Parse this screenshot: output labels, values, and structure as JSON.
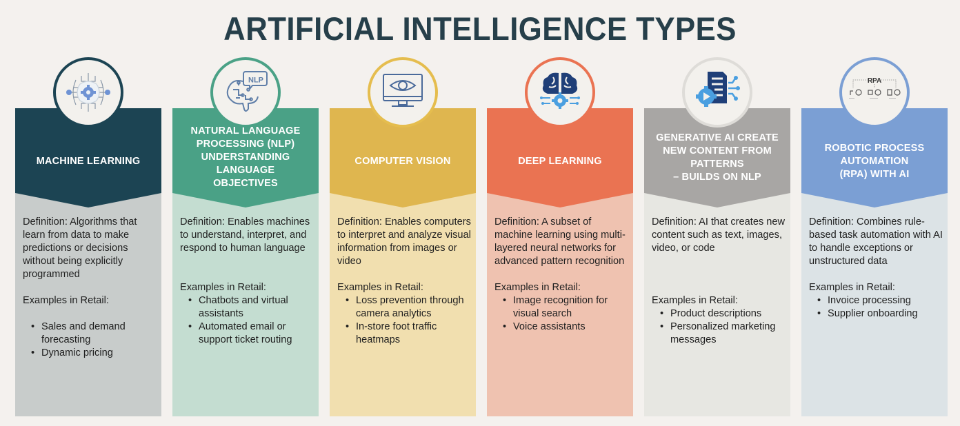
{
  "title": "ARTIFICIAL INTELLIGENCE TYPES",
  "columns": [
    {
      "id": "machine-learning",
      "heading": "MACHINE LEARNING",
      "icon": "ml-brain-gear-circuit-icon",
      "colors": {
        "header": "#1c4453",
        "body": "#c8cccb",
        "ring": "#1c4453"
      },
      "definition": "Definition: Algorithms that learn from data to make predictions or decisions without being explicitly programmed",
      "examples_label": "Examples in Retail:",
      "examples_gap": true,
      "examples": [
        "Sales and demand forecasting",
        "Dynamic pricing"
      ]
    },
    {
      "id": "nlp",
      "heading": "NATURAL LANGUAGE\nPROCESSING (NLP)\nUNDERSTANDING\nLANGUAGE\nOBJECTIVES",
      "icon": "nlp-brain-speech-bubble-icon",
      "icon_text": "NLP",
      "colors": {
        "header": "#4aa186",
        "body": "#c4ddd1",
        "ring": "#4aa186"
      },
      "definition": "Definition: Enables machines to understand, interpret, and respond to human language",
      "examples_label": "Examples in Retail:",
      "examples_gap": false,
      "examples": [
        "Chatbots and virtual assistants",
        "Automated email or support ticket routing"
      ]
    },
    {
      "id": "computer-vision",
      "heading": "COMPUTER VISION",
      "icon": "monitor-eye-icon",
      "colors": {
        "header": "#dfb64f",
        "body": "#f1dfaf",
        "ring": "#e5bd4e"
      },
      "definition": "Definition: Enables computers to interpret and analyze visual information from images or video",
      "examples_label": "Examples in Retail:",
      "examples_gap": false,
      "examples": [
        "Loss prevention through camera analytics",
        "In-store foot traffic heatmaps"
      ]
    },
    {
      "id": "deep-learning",
      "heading": "DEEP LEARNING",
      "icon": "brain-gear-network-icon",
      "colors": {
        "header": "#ea7352",
        "body": "#efc2b0",
        "ring": "#ea7352"
      },
      "definition": "Definition: A subset of machine learning using multi-layered neural networks for advanced pattern recognition",
      "examples_label": "Examples in Retail:",
      "examples_gap": false,
      "examples": [
        "Image recognition for visual search",
        "Voice assistants"
      ]
    },
    {
      "id": "generative-ai",
      "heading": "GENERATIVE AI CREATE\nNEW CONTENT FROM\nPATTERNS\n– BUILDS ON NLP",
      "icon": "document-gear-play-nodes-icon",
      "colors": {
        "header": "#a8a6a4",
        "body": "#e7e7e2",
        "ring": "#dedcd8"
      },
      "definition": "Definition: AI that creates new content such as text, images, video, or code",
      "examples_label": "Examples in Retail:",
      "examples_gap": false,
      "examples": [
        "Product descriptions",
        "Personalized marketing messages"
      ]
    },
    {
      "id": "rpa",
      "heading": "ROBOTIC PROCESS\nAUTOMATION\n(RPA) WITH AI",
      "icon": "rpa-flow-diagram-icon",
      "icon_text": "RPA",
      "colors": {
        "header": "#7b9fd4",
        "body": "#dce3e6",
        "ring": "#7b9fd4"
      },
      "definition": "Definition: Combines rule-based task automation with AI to handle exceptions or unstructured data",
      "examples_label": "Examples in Retail:",
      "examples_gap": false,
      "examples": [
        "Invoice processing",
        "Supplier onboarding"
      ]
    }
  ]
}
